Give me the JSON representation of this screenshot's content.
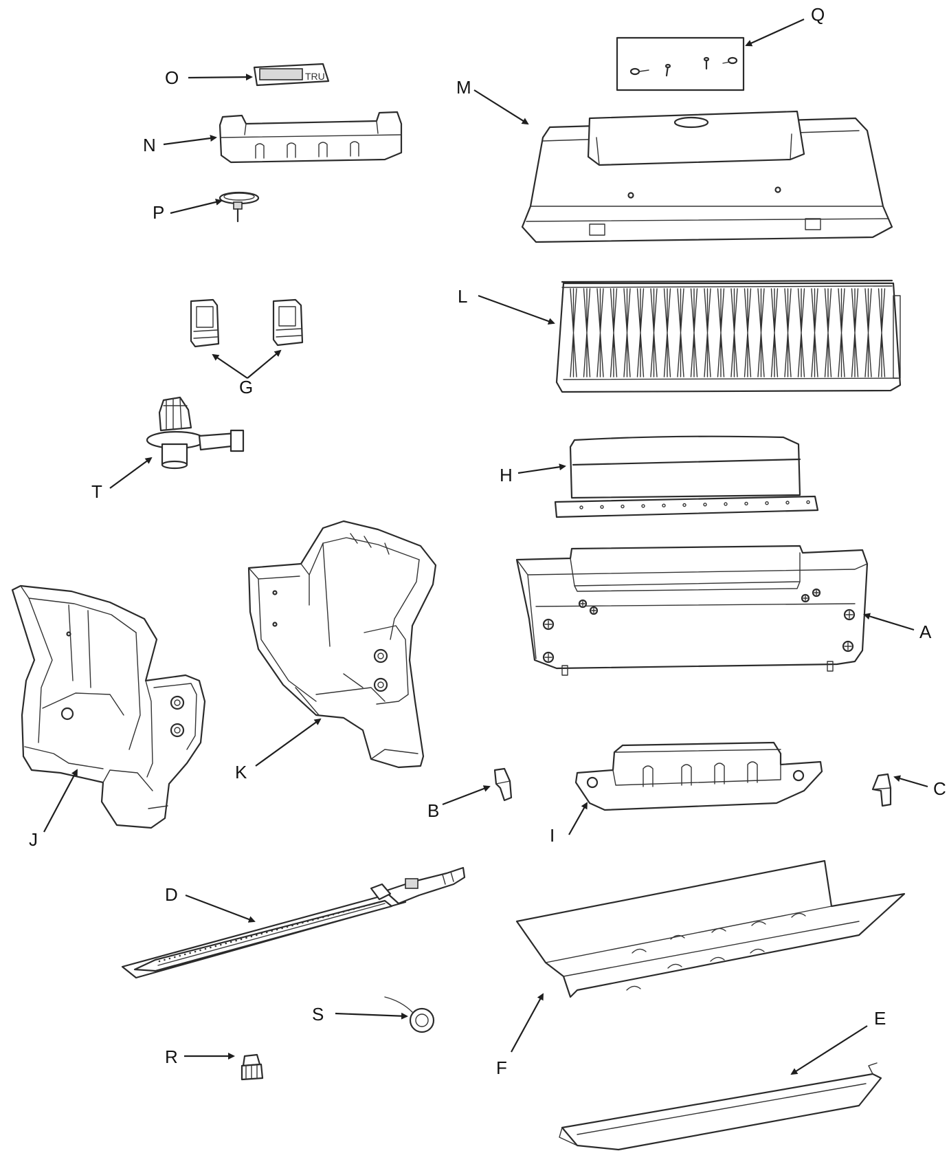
{
  "labels": {
    "A": "A",
    "B": "B",
    "C": "C",
    "D": "D",
    "E": "E",
    "F": "F",
    "G": "G",
    "H": "H",
    "I": "I",
    "J": "J",
    "K": "K",
    "L": "L",
    "M": "M",
    "N": "N",
    "O": "O",
    "P": "P",
    "Q": "Q",
    "R": "R",
    "S": "S",
    "T": "T"
  },
  "logo_text": "TRU",
  "colors": {
    "line": "#2b2b2b",
    "background": "#ffffff",
    "shade": "#d9d9d9"
  }
}
